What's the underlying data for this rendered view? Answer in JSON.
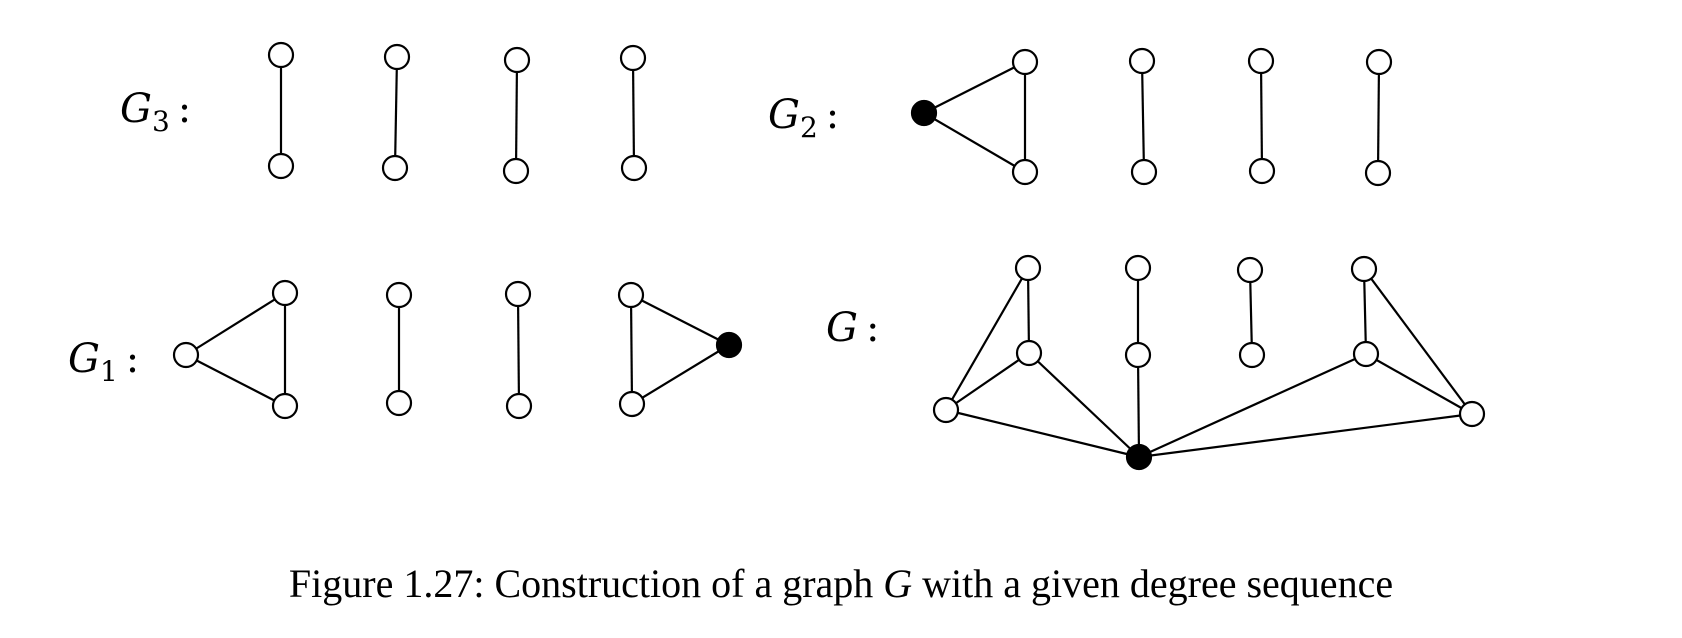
{
  "graphs": [
    {
      "id": "G3",
      "label_main": "G",
      "label_sub": "3",
      "label_suffix": ":",
      "nodes": [
        {
          "id": "a1",
          "filled": false
        },
        {
          "id": "a2",
          "filled": false
        },
        {
          "id": "b1",
          "filled": false
        },
        {
          "id": "b2",
          "filled": false
        },
        {
          "id": "c1",
          "filled": false
        },
        {
          "id": "c2",
          "filled": false
        },
        {
          "id": "d1",
          "filled": false
        },
        {
          "id": "d2",
          "filled": false
        }
      ],
      "edges": [
        [
          "a1",
          "a2"
        ],
        [
          "b1",
          "b2"
        ],
        [
          "c1",
          "c2"
        ],
        [
          "d1",
          "d2"
        ]
      ]
    },
    {
      "id": "G2",
      "label_main": "G",
      "label_sub": "2",
      "label_suffix": ":",
      "nodes": [
        {
          "id": "x",
          "filled": true
        },
        {
          "id": "a1",
          "filled": false
        },
        {
          "id": "a2",
          "filled": false
        },
        {
          "id": "b1",
          "filled": false
        },
        {
          "id": "b2",
          "filled": false
        },
        {
          "id": "c1",
          "filled": false
        },
        {
          "id": "c2",
          "filled": false
        },
        {
          "id": "d1",
          "filled": false
        },
        {
          "id": "d2",
          "filled": false
        }
      ],
      "edges": [
        [
          "x",
          "a1"
        ],
        [
          "x",
          "a2"
        ],
        [
          "a1",
          "a2"
        ],
        [
          "b1",
          "b2"
        ],
        [
          "c1",
          "c2"
        ],
        [
          "d1",
          "d2"
        ]
      ]
    },
    {
      "id": "G1",
      "label_main": "G",
      "label_sub": "1",
      "label_suffix": ":",
      "nodes": [
        {
          "id": "l",
          "filled": false
        },
        {
          "id": "a1",
          "filled": false
        },
        {
          "id": "a2",
          "filled": false
        },
        {
          "id": "b1",
          "filled": false
        },
        {
          "id": "b2",
          "filled": false
        },
        {
          "id": "c1",
          "filled": false
        },
        {
          "id": "c2",
          "filled": false
        },
        {
          "id": "d1",
          "filled": false
        },
        {
          "id": "d2",
          "filled": false
        },
        {
          "id": "x",
          "filled": true
        }
      ],
      "edges": [
        [
          "l",
          "a1"
        ],
        [
          "l",
          "a2"
        ],
        [
          "a1",
          "a2"
        ],
        [
          "b1",
          "b2"
        ],
        [
          "c1",
          "c2"
        ],
        [
          "d1",
          "d2"
        ],
        [
          "d1",
          "x"
        ],
        [
          "d2",
          "x"
        ]
      ]
    },
    {
      "id": "G",
      "label_main": "G",
      "label_sub": "",
      "label_suffix": ":",
      "nodes": [
        {
          "id": "t1",
          "filled": false
        },
        {
          "id": "t2",
          "filled": false
        },
        {
          "id": "t3",
          "filled": false
        },
        {
          "id": "t4",
          "filled": false
        },
        {
          "id": "m1",
          "filled": false
        },
        {
          "id": "m2",
          "filled": false
        },
        {
          "id": "m3",
          "filled": false
        },
        {
          "id": "m4",
          "filled": false
        },
        {
          "id": "l",
          "filled": false
        },
        {
          "id": "r",
          "filled": false
        },
        {
          "id": "x",
          "filled": true
        }
      ],
      "edges": [
        [
          "t1",
          "m1"
        ],
        [
          "t2",
          "m2"
        ],
        [
          "t3",
          "m3"
        ],
        [
          "t4",
          "m4"
        ],
        [
          "l",
          "t1"
        ],
        [
          "l",
          "m1"
        ],
        [
          "m1",
          "x"
        ],
        [
          "l",
          "x"
        ],
        [
          "m2",
          "x"
        ],
        [
          "x",
          "m4"
        ],
        [
          "x",
          "r"
        ],
        [
          "m4",
          "r"
        ],
        [
          "t4",
          "r"
        ]
      ]
    }
  ],
  "caption": {
    "prefix": "Figure 1.27: Construction of a graph ",
    "italic": "G",
    "suffix": " with a given degree sequence"
  }
}
